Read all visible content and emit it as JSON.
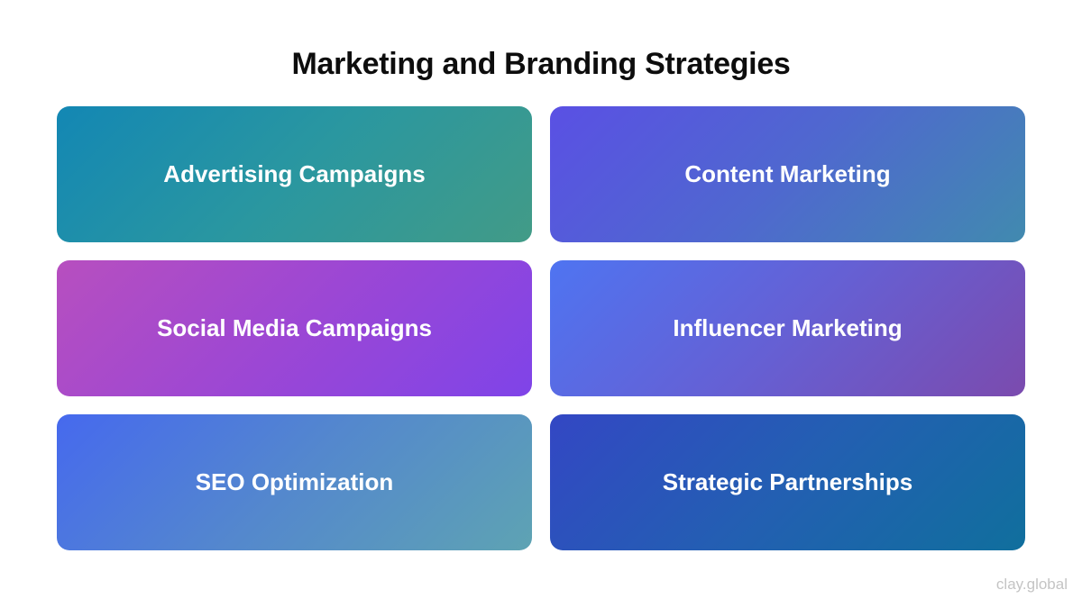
{
  "title": "Marketing and Branding Strategies",
  "cards": [
    {
      "label": "Advertising Campaigns"
    },
    {
      "label": "Content Marketing"
    },
    {
      "label": "Social Media Campaigns"
    },
    {
      "label": "Influencer Marketing"
    },
    {
      "label": "SEO Optimization"
    },
    {
      "label": "Strategic Partnerships"
    }
  ],
  "colors": {
    "title_text": "#0d0d0d",
    "card_text": "#ffffff",
    "watermark": "#c4c4c4"
  },
  "watermark": "clay.global"
}
